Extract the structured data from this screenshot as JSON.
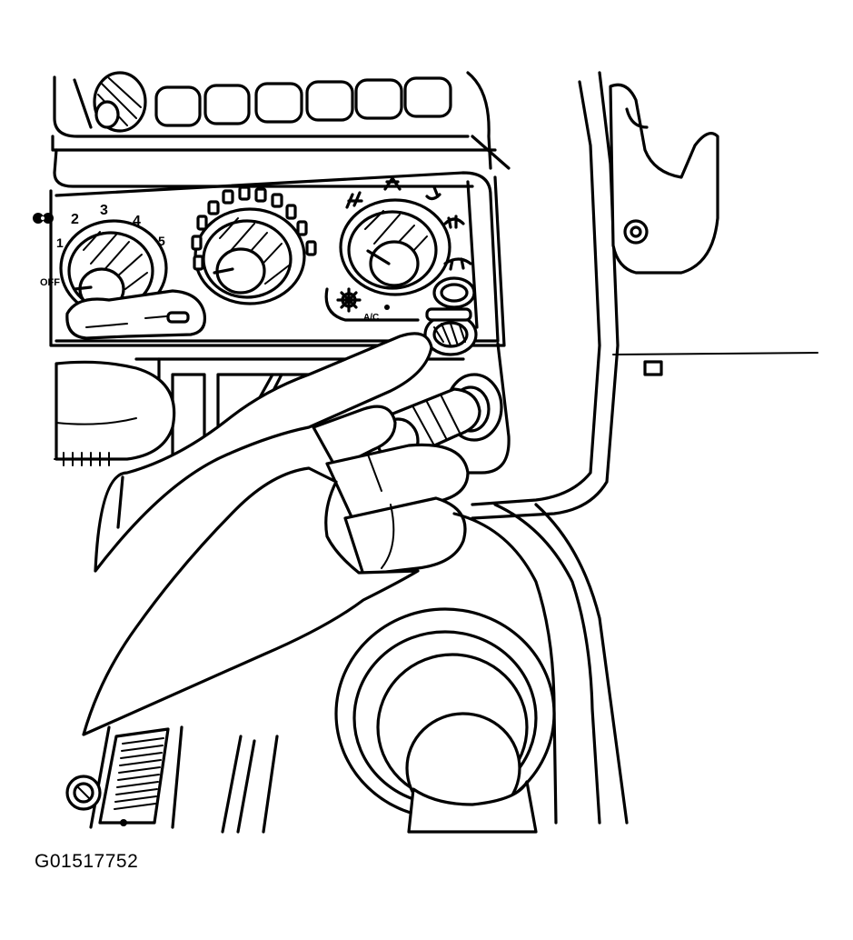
{
  "figure": {
    "code": "G01517752"
  },
  "fan_dial": {
    "labels": [
      "OFF",
      "1",
      "2",
      "3",
      "4",
      "5"
    ]
  },
  "mode_dial": {
    "ac_label": "A/C"
  }
}
